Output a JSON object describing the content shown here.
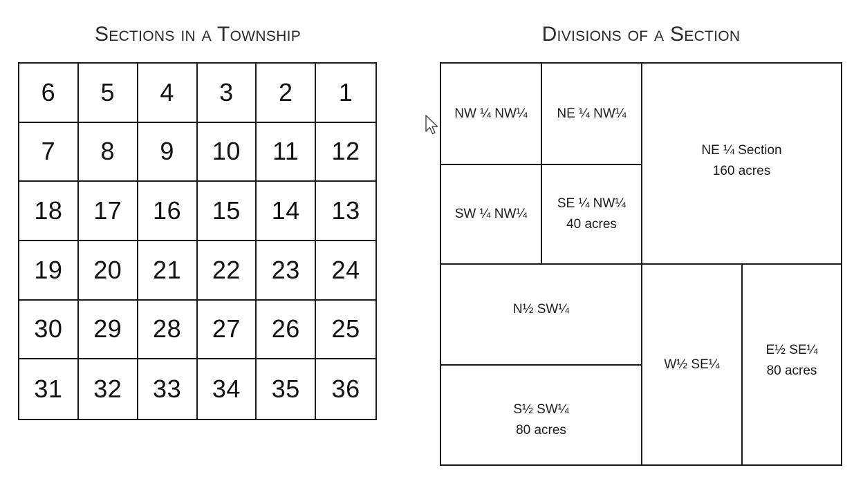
{
  "left_panel": {
    "title": "Sections in a Township",
    "sections": [
      [
        "6",
        "5",
        "4",
        "3",
        "2",
        "1"
      ],
      [
        "7",
        "8",
        "9",
        "10",
        "11",
        "12"
      ],
      [
        "18",
        "17",
        "16",
        "15",
        "14",
        "13"
      ],
      [
        "19",
        "20",
        "21",
        "22",
        "23",
        "24"
      ],
      [
        "30",
        "29",
        "28",
        "27",
        "26",
        "25"
      ],
      [
        "31",
        "32",
        "33",
        "34",
        "35",
        "36"
      ]
    ]
  },
  "right_panel": {
    "title": "Divisions of a Section",
    "divisions": {
      "nw_nw": {
        "label": "NW ¼ NW¼"
      },
      "ne_nw": {
        "label": "NE ¼ NW¼"
      },
      "sw_nw": {
        "label": "SW ¼ NW¼"
      },
      "se_nw": {
        "label": "SE ¼ NW¼",
        "area": "40 acres"
      },
      "ne_section": {
        "label": "NE ¼ Section",
        "area": "160 acres"
      },
      "n_sw": {
        "label": "N½ SW¼"
      },
      "s_sw": {
        "label": "S½ SW¼",
        "area": "80 acres"
      },
      "w_se": {
        "label": "W½ SE¼"
      },
      "e_se": {
        "label": "E½ SE¼",
        "area": "80 acres"
      }
    }
  },
  "icons": {
    "cursor": "mouse-pointer-icon"
  }
}
